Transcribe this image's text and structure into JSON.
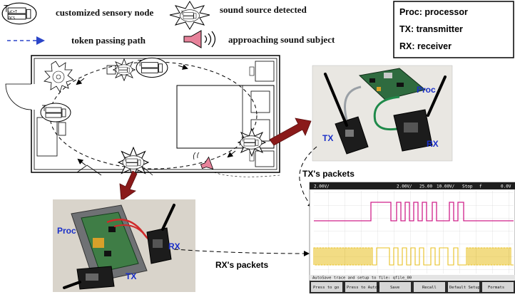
{
  "legend": {
    "sensor_node": "customized sensory node",
    "sound_source": "sound source detected",
    "token_path": "token passing path",
    "approaching": "approaching sound subject"
  },
  "abbreviations": {
    "proc": "Proc: processor",
    "tx": "TX: transmitter",
    "rx": "RX: receiver"
  },
  "photo_top": {
    "proc": "Proc",
    "tx": "TX",
    "rx": "RX"
  },
  "photo_bottom": {
    "proc": "Proc",
    "tx": "TX",
    "rx": "RX"
  },
  "packets": {
    "tx": "TX's packets",
    "rx": "RX's packets"
  },
  "node_chip": {
    "line1": "µC+T",
    "line2": "DCS"
  },
  "oscilloscope": {
    "top_bar": [
      "2.00V/",
      "2.00V/",
      "25.00",
      "10.00V/",
      "Stop",
      "f",
      "0.0V"
    ],
    "status": "AutoSave trace and setup to file: qfile_00",
    "buttons": [
      "Press to go",
      "Press to AutoSave",
      "Save",
      "Recall",
      "Default Setup",
      "Formats"
    ],
    "colors": {
      "channel1": "#d0208a",
      "channel2": "#e8c020"
    }
  },
  "colors": {
    "token_arrow": "#2b45c8",
    "speaker": "#e7829a",
    "big_arrow": "#8a1a1a",
    "label_blue": "#1a2fc8"
  }
}
